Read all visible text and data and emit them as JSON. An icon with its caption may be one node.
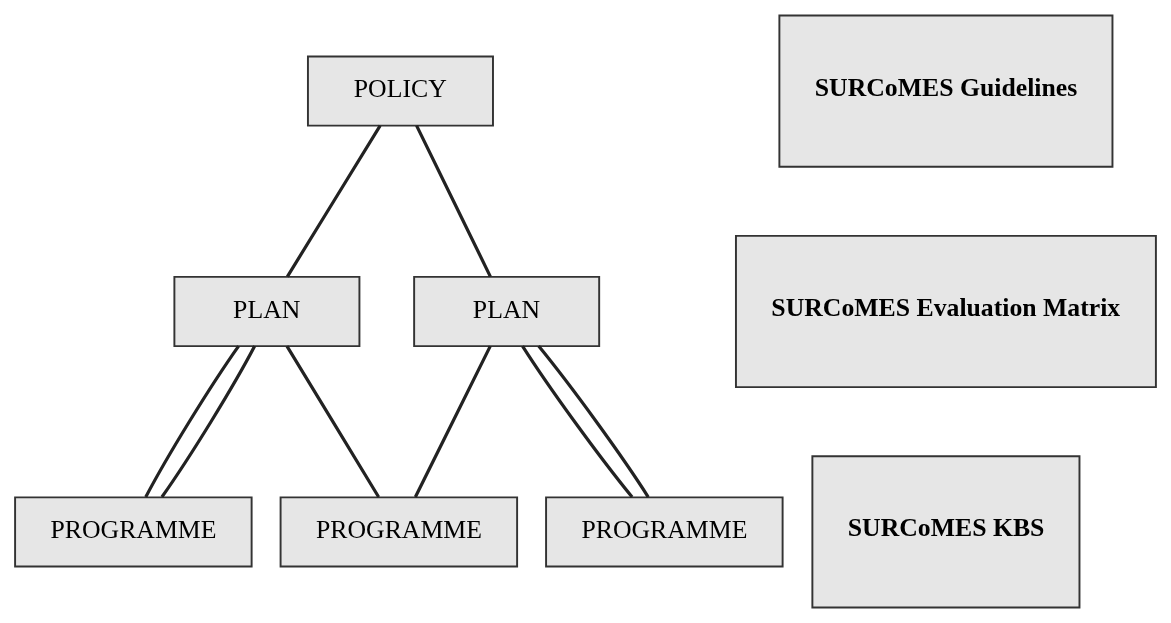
{
  "diagram": {
    "nodes": [
      {
        "text": [
          "POLICY"
        ]
      },
      {
        "text": [
          "PLAN"
        ]
      },
      {
        "text": [
          "PLAN"
        ]
      },
      {
        "text": [
          "PROGRAMME"
        ]
      },
      {
        "text": [
          "PROGRAMME"
        ]
      },
      {
        "text": [
          "PROGRAMME"
        ]
      },
      {
        "text": [
          "SURCoMES Guidelines"
        ]
      },
      {
        "text": [
          "SURCoMES Evaluation Matrix"
        ]
      },
      {
        "text": [
          "SURCoMES KBS"
        ]
      }
    ],
    "edges": [
      {
        "from": 0,
        "to": 1,
        "arrow": "none"
      },
      {
        "from": 0,
        "to": 2,
        "arrow": "none"
      },
      {
        "from": 1,
        "to": 3,
        "arrow": "none"
      },
      {
        "from": 1,
        "to": 3,
        "arrow": "none"
      },
      {
        "from": 1,
        "to": 4,
        "arrow": "none"
      },
      {
        "from": 2,
        "to": 4,
        "arrow": "none"
      },
      {
        "from": 2,
        "to": 5,
        "arrow": "none"
      },
      {
        "from": 2,
        "to": 5,
        "arrow": "none"
      }
    ]
  }
}
